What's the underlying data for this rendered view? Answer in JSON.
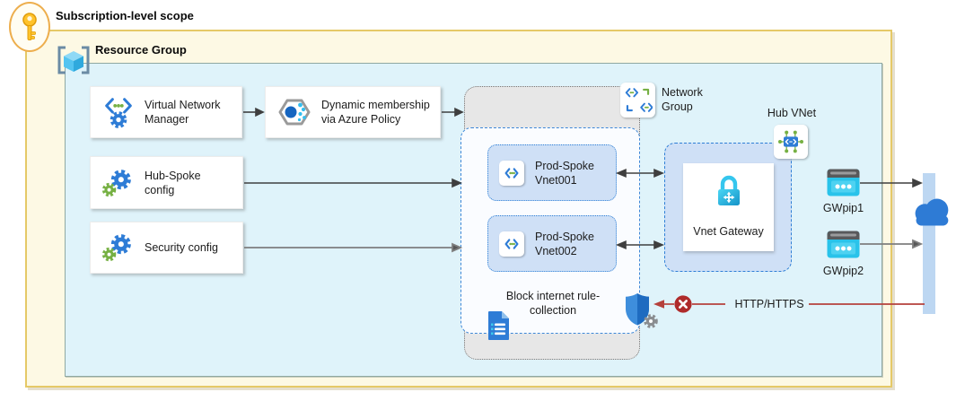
{
  "title": "Subscription-level scope",
  "resource_group": "Resource Group",
  "nodes": {
    "vnm": "Virtual Network Manager",
    "dynamic_membership": "Dynamic membership via Azure Policy",
    "hub_spoke_config": "Hub-Spoke config",
    "security_config": "Security config"
  },
  "network_group": {
    "label": "Network Group",
    "vnet001": "Prod-Spoke Vnet001",
    "vnet002": "Prod-Spoke Vnet002",
    "rule_collection": "Block internet rule-collection"
  },
  "hub": {
    "label": "Hub VNet",
    "gateway": "Vnet Gateway",
    "gwpip1": "GWpip1",
    "gwpip2": "GWpip2"
  },
  "blocked_traffic": {
    "label": "HTTP/HTTPS"
  },
  "icons": {
    "key_icon": "gold key in oval badge",
    "resource_group_icon": "blue cube in brackets",
    "virtual_network_manager_icon": "chevrons with dots and gear",
    "azure_policy_icon": "hexagon with blue circle and cyan dots",
    "gears_icon": "blue gear with green gear",
    "network_group_icon": "two vnet glyphs with corner brackets",
    "virtual_network_icon": "chevrons with green dots",
    "hub_vnet_icon": "blue box with green satellite dots",
    "vnet_gateway_lock_icon": "cyan padlock with arrows",
    "public_ip_icon": "cyan card with dots",
    "cloud_icon": "blue cloud",
    "rule_collection_document_icon": "blue document with list lines",
    "firewall_policy_shield_icon": "blue shield with gray gear",
    "blocked_icon": "red circle with white x"
  },
  "colors": {
    "subscription_fill": "#FDF9E4",
    "subscription_border": "#E5C967",
    "resource_group_fill": "#DFF3FA",
    "resource_group_border": "#8FA8A2",
    "network_group_fill": "#E7E7E7",
    "spoke_fill": "#CFE0F6",
    "dashed_blue": "#2E7FD6",
    "arrow_dark": "#3F3F3F",
    "arrow_gray": "#7E7E7E",
    "blocked_red": "#AF2B2B",
    "internet_bar_fill": "#BDD7F2",
    "cloud_blue": "#2E7BD5"
  }
}
